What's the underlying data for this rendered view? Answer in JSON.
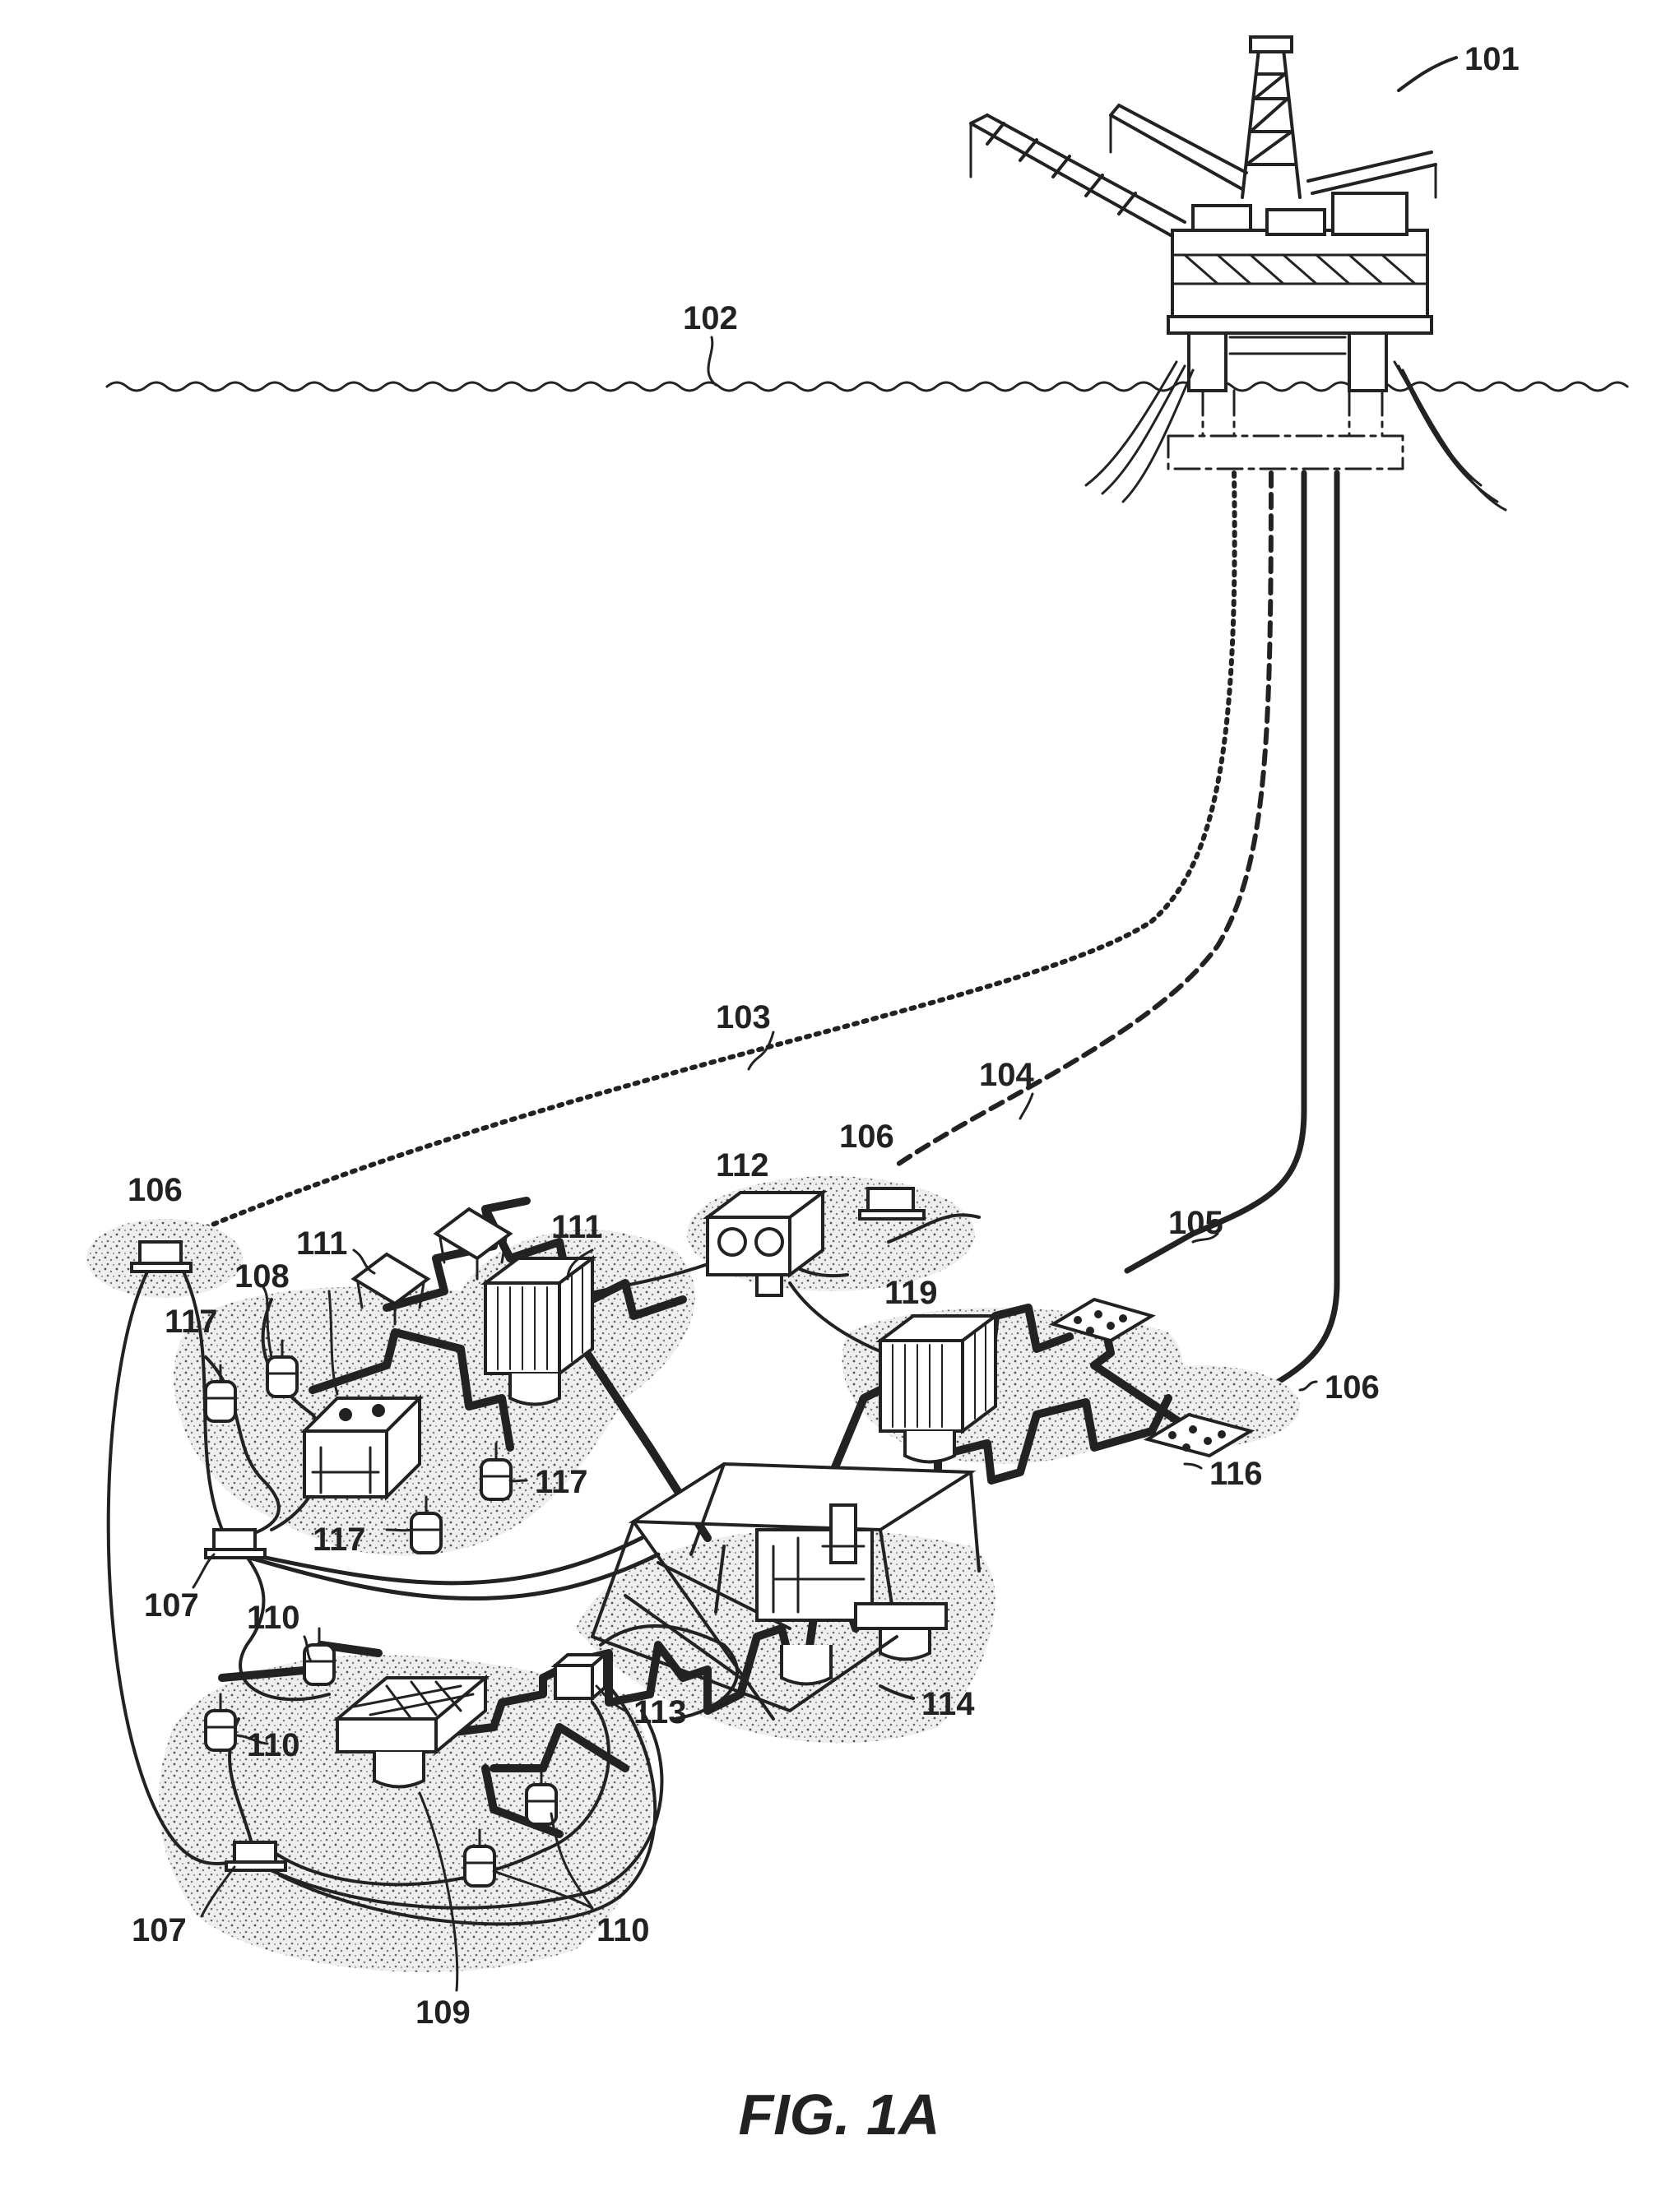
{
  "figure": {
    "caption": "FIG. 1A",
    "colors": {
      "ink": "#222222",
      "paper": "#ffffff",
      "seabed": "#d9d9d9"
    }
  },
  "labels": {
    "platform": "101",
    "sea_surface": "102",
    "dotted_line": "103",
    "dashed_line": "104",
    "flowline": "105",
    "module_top_left": "106",
    "module_top_center": "106",
    "flowline_right": "106",
    "dist_upper": "107",
    "dist_lower": "107",
    "manifold_upper": "108",
    "manifold_lower": "109",
    "tree_lower_top": "110",
    "tree_lower_left": "110",
    "tree_lower_right": "110",
    "skid_left": "111",
    "skid_right": "111",
    "pump_pair": "112",
    "junction_box": "113",
    "central_template": "114",
    "pad_right": "116",
    "tree_upper_left": "117",
    "tree_upper_right": "117",
    "tree_upper_bottom": "117",
    "skid_center": "119"
  }
}
